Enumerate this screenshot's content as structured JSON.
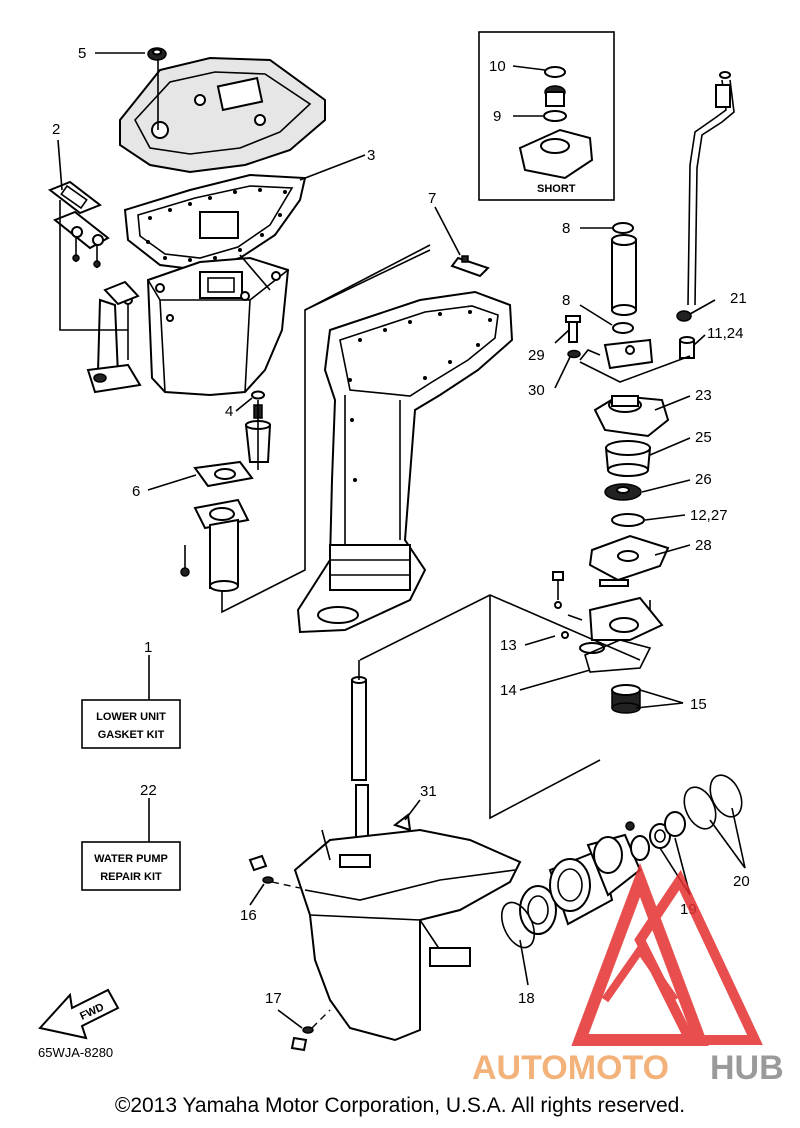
{
  "callouts": {
    "c1": "1",
    "c2": "2",
    "c3": "3",
    "c4": "4",
    "c5": "5",
    "c6": "6",
    "c7": "7",
    "c8a": "8",
    "c8b": "8",
    "c9": "9",
    "c10": "10",
    "c11": "11,24",
    "c12": "12,27",
    "c13": "13",
    "c14": "14",
    "c15": "15",
    "c16": "16",
    "c17": "17",
    "c18": "18",
    "c19": "19",
    "c20": "20",
    "c21": "21",
    "c22": "22",
    "c23": "23",
    "c25": "25",
    "c26": "26",
    "c28": "28",
    "c29": "29",
    "c30": "30",
    "c31": "31"
  },
  "kits": {
    "lower_unit": [
      "LOWER UNIT",
      "GASKET KIT"
    ],
    "water_pump": [
      "WATER PUMP",
      "REPAIR KIT"
    ]
  },
  "inset_label": "SHORT",
  "fwd_label": "FWD",
  "diagram_code": "65WJA-8280",
  "watermark": {
    "part1": "AUTOMOTO",
    "part2": "HUB",
    "color1": "#f2b27a",
    "color2": "#9a9a9a",
    "logo_color": "#e63030"
  },
  "copyright": "©2013 Yamaha Motor Corporation, U.S.A. All rights reserved."
}
